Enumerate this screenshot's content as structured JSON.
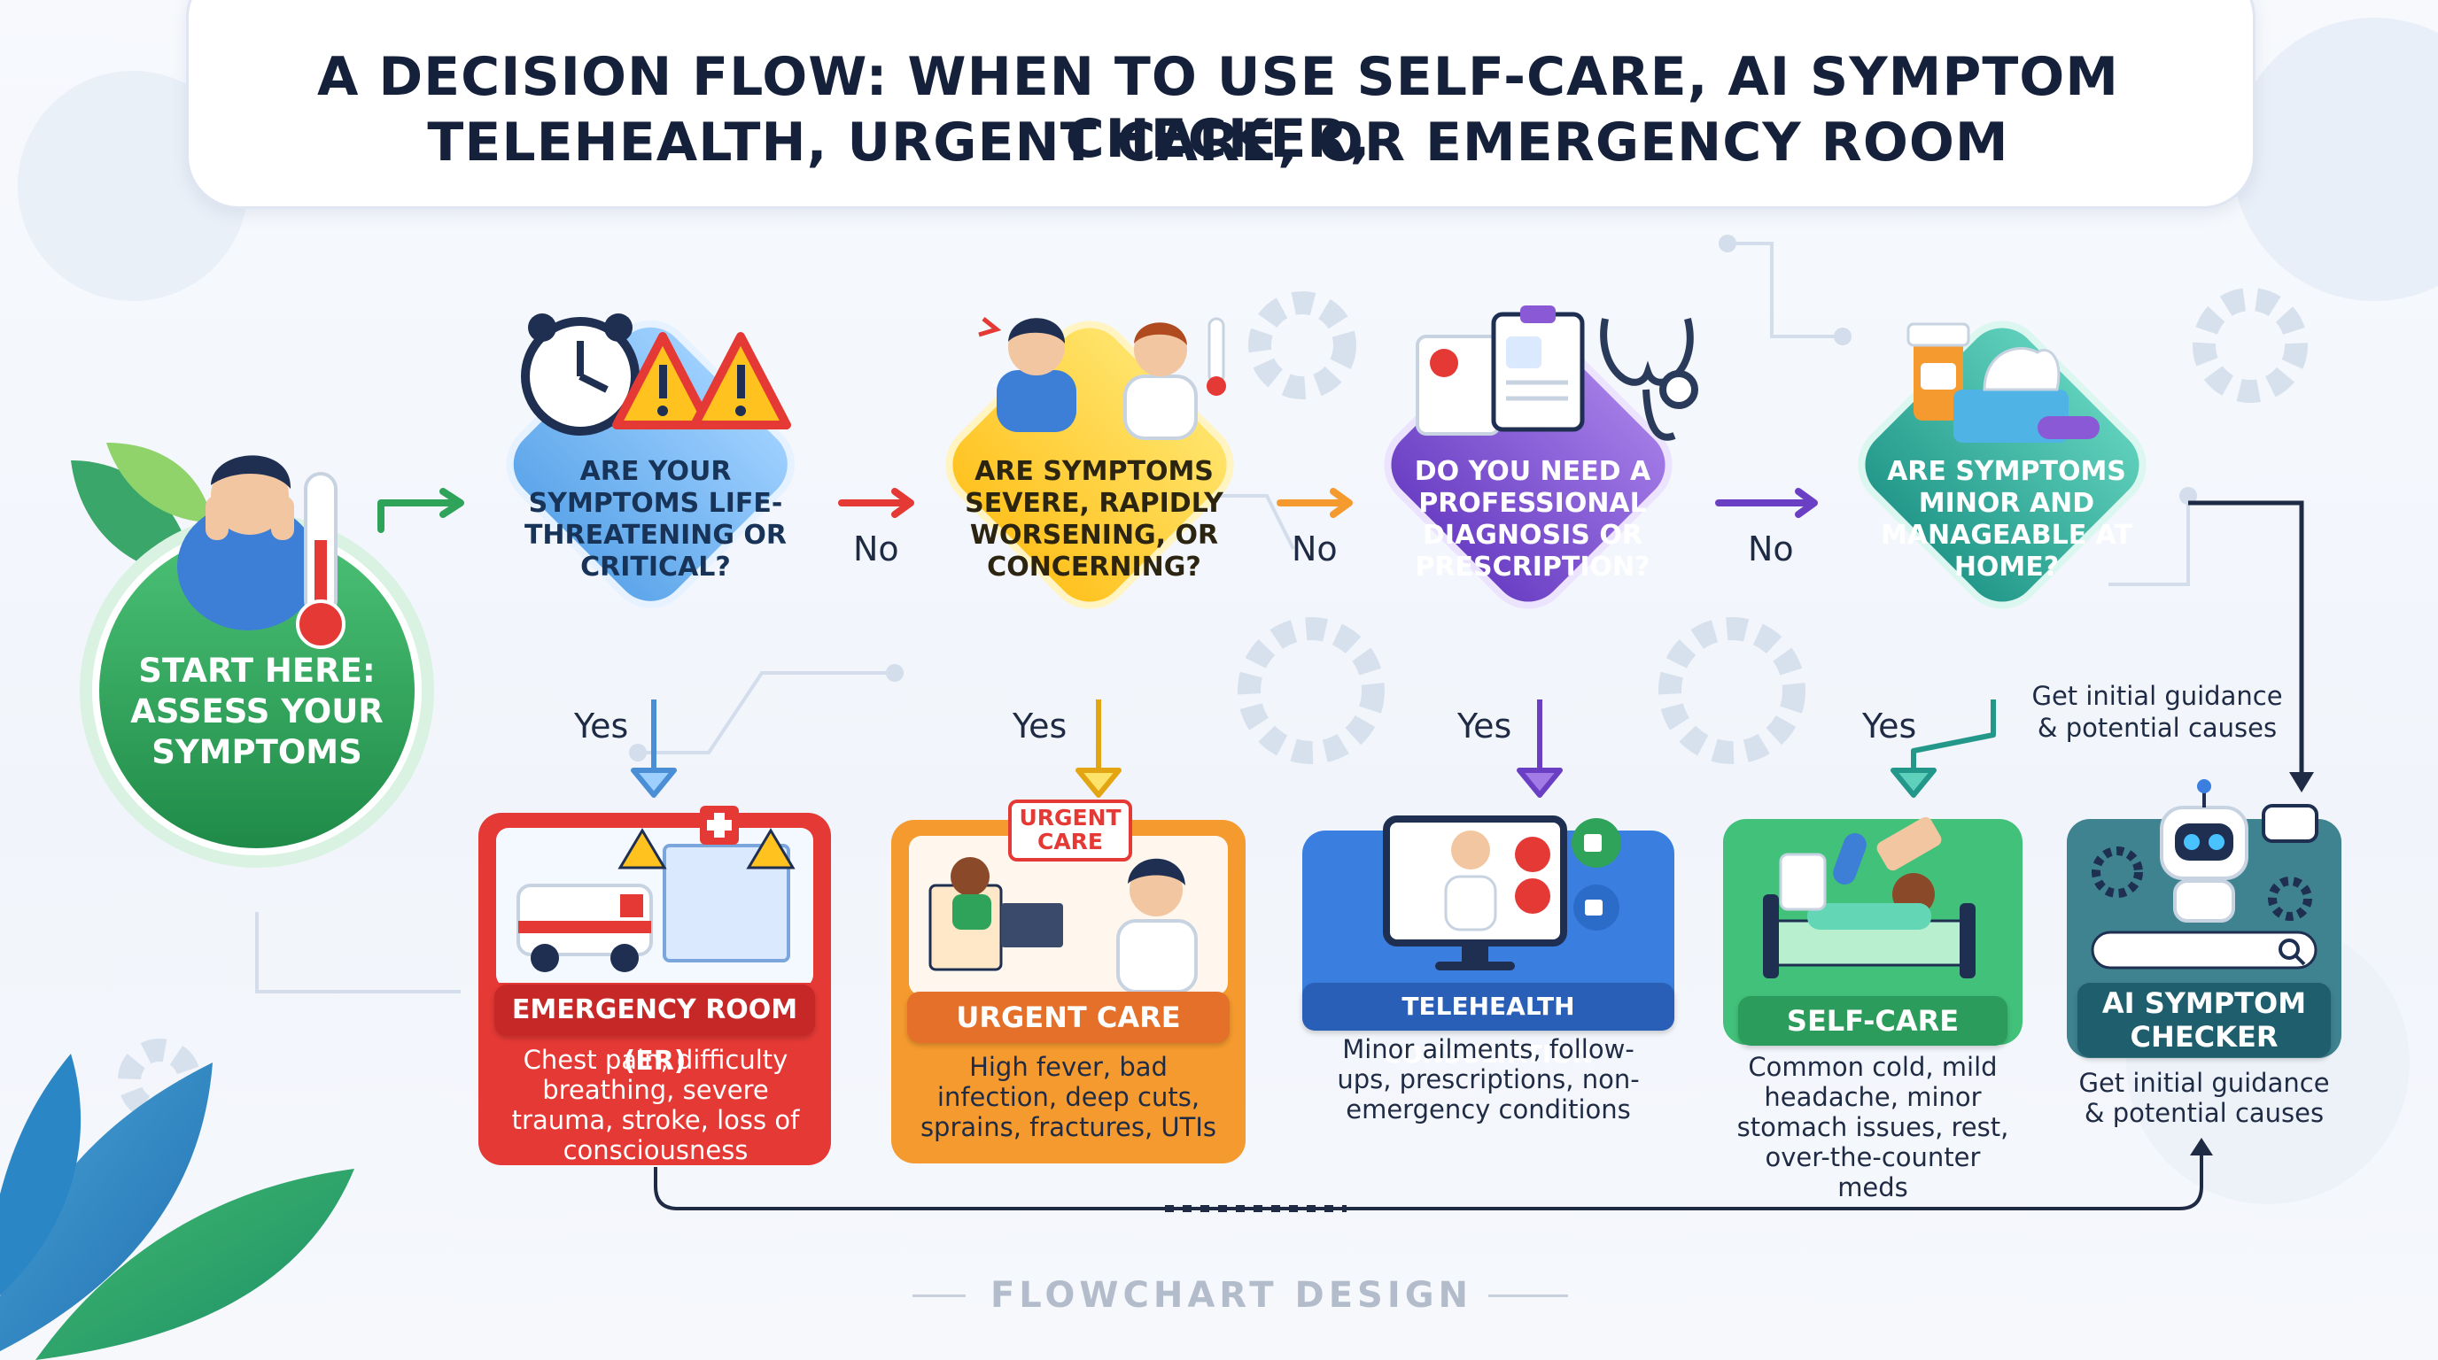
{
  "title": {
    "line1": "A Decision Flow: When to Use Self-Care, AI Symptom Checker,",
    "line2": "Telehealth, Urgent Care, or Emergency Room"
  },
  "start": {
    "label": "START HERE: ASSESS YOUR SYMPTOMS"
  },
  "questions": [
    {
      "text": "ARE YOUR SYMPTOMS LIFE-THREATENING OR CRITICAL?"
    },
    {
      "text": "ARE SYMPTOMS SEVERE, RAPIDLY WORSENING, OR CONCERNING?"
    },
    {
      "text": "DO YOU NEED A PROFESSIONAL DIAGNOSIS OR PRESCRIPTION?"
    },
    {
      "text": "ARE SYMPTOMS MINOR AND MANAGEABLE AT HOME?"
    }
  ],
  "branches": {
    "yes": "Yes",
    "no": "No"
  },
  "outcomes": [
    {
      "name": "EMERGENCY ROOM (ER)",
      "description": "Chest pain, difficulty breathing, severe trauma, stroke, loss of consciousness"
    },
    {
      "name": "URGENT CARE",
      "sign": "URGENT CARE",
      "description": "High fever, bad infection, deep cuts, sprains, fractures, UTIs"
    },
    {
      "name": "TELEHEALTH CONSULTATION",
      "description": "Minor ailments, follow-ups, prescriptions, non-emergency conditions"
    },
    {
      "name": "SELF-CARE",
      "description": "Common cold, mild headache, minor stomach issues, rest, over-the-counter meds"
    },
    {
      "name": "AI SYMPTOM CHECKER",
      "description": "Get initial guidance & potential causes"
    }
  ],
  "side_note": "Get initial guidance & potential causes",
  "footer": "FLOWCHART DESIGN",
  "colors": {
    "start": "#2fa35a",
    "q1": "#7cb8f0",
    "q2": "#ffd23f",
    "q3": "#8a5ad6",
    "q4": "#3cb7a4",
    "er": "#e53935",
    "urgent": "#f59a2e",
    "telehealth": "#3a7fe0",
    "selfcare": "#42c17a",
    "ai": "#3f8390"
  },
  "icons": [
    "person-fever-icon",
    "thermometer-icon",
    "alarm-clock-icon",
    "warning-icon",
    "headache-person-icon",
    "doctor-icon",
    "clipboard-icon",
    "stethoscope-icon",
    "medicine-icon",
    "tissue-box-icon",
    "ambulance-icon",
    "hospital-icon",
    "computer-doctor-icon",
    "video-call-icon",
    "bed-patient-icon",
    "pills-icon",
    "robot-icon",
    "gear-icon",
    "chat-bubble-icon",
    "search-bar-icon",
    "leaf-icon"
  ]
}
